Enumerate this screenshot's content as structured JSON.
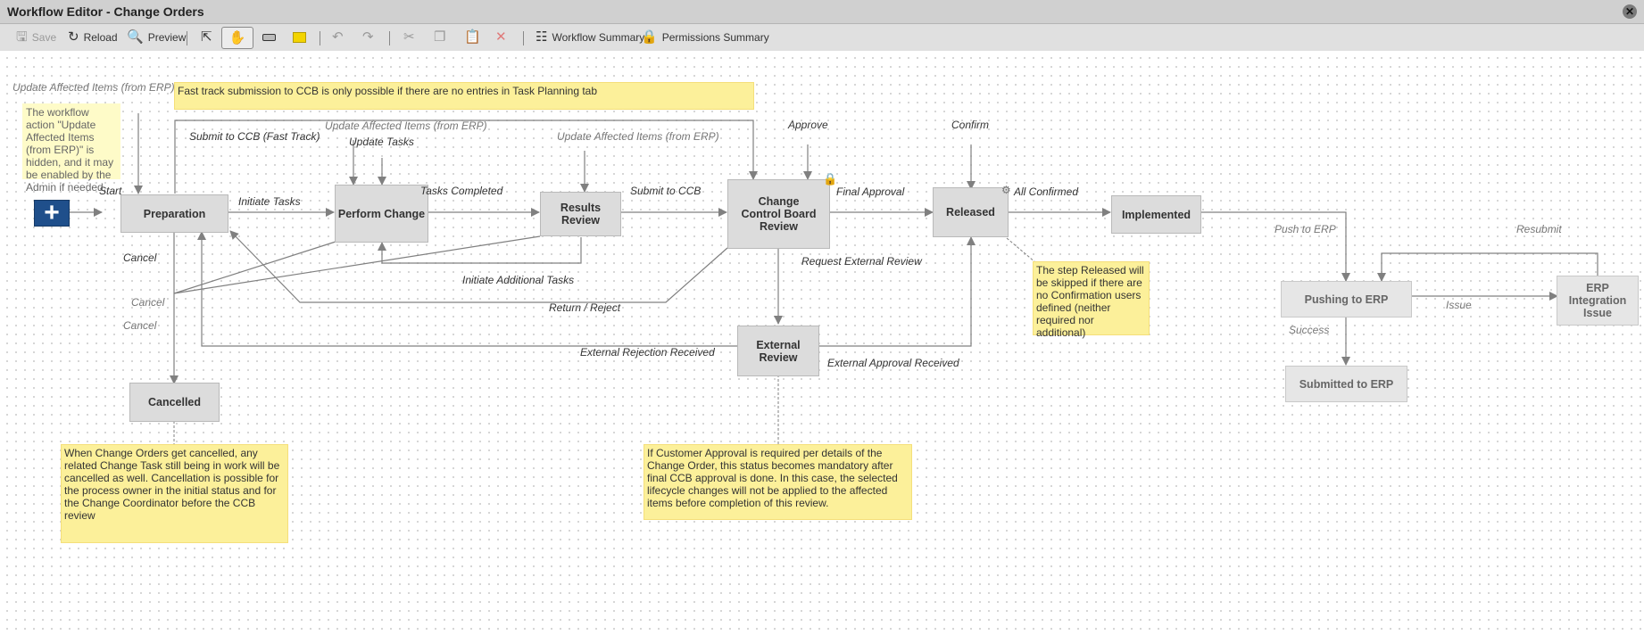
{
  "window": {
    "title": "Workflow Editor - Change Orders",
    "close_icon": "close-icon"
  },
  "toolbar": {
    "save": "Save",
    "reload": "Reload",
    "preview": "Preview",
    "workflow_summary": "Workflow Summary",
    "permissions_summary": "Permissions Summary",
    "tools": [
      "select-pointer-icon",
      "pan-hand-icon",
      "add-step-icon",
      "add-note-icon",
      "undo-icon",
      "redo-icon",
      "cut-icon",
      "copy-icon",
      "paste-icon",
      "delete-icon"
    ]
  },
  "nodes": {
    "preparation": "Preparation",
    "perform_change": "Perform Change",
    "results_review": "Results Review",
    "ccb_review": "Change Control Board Review",
    "released": "Released",
    "implemented": "Implemented",
    "external_review": "External Review",
    "cancelled": "Cancelled",
    "pushing_to_erp": "Pushing to ERP",
    "erp_integration_issue": "ERP Integration Issue",
    "submitted_to_erp": "Submitted to ERP",
    "start_icon": "plus-icon"
  },
  "transitions": {
    "start": "Start",
    "initiate_tasks": "Initiate Tasks",
    "tasks_completed": "Tasks Completed",
    "submit_to_ccb": "Submit to CCB",
    "submit_fast_track": "Submit to CCB (Fast Track)",
    "update_tasks": "Update Tasks",
    "update_affected_1": "Update Affected Items (from ERP)",
    "update_affected_2": "Update Affected Items (from ERP)",
    "update_affected_3": "Update Affected Items (from ERP)",
    "approve": "Approve",
    "final_approval": "Final Approval",
    "confirm": "Confirm",
    "all_confirmed": "All Confirmed",
    "request_external_review": "Request External Review",
    "initiate_additional_tasks": "Initiate Additional Tasks",
    "return_reject": "Return / Reject",
    "external_rejection": "External Rejection Received",
    "external_approval": "External Approval Received",
    "cancel_1": "Cancel",
    "cancel_2": "Cancel",
    "cancel_3": "Cancel",
    "push_to_erp": "Push to ERP",
    "resubmit": "Resubmit",
    "issue": "Issue",
    "success": "Success"
  },
  "notes": {
    "fast_track": "Fast track submission to CCB is only possible if there are no entries in Task Planning tab",
    "hidden_action": "The workflow action \"Update Affected Items (from ERP)\" is hidden, and it may be enabled by the Admin if needed.",
    "released_skip": "The step Released will be skipped if there are no Confirmation users defined (neither required nor additional)",
    "cancelled_info": "When Change Orders get cancelled, any related Change Task still being in work will be cancelled as well. Cancellation is possible for the process owner in the initial status and for the Change Coordinator before the CCB review",
    "customer_approval": "If Customer Approval is required per details of the Change Order, this status becomes mandatory after final CCB approval is done. In this case, the selected lifecycle changes will not be applied to the affected items before completion of this review."
  },
  "colors": {
    "note": "#fcf09a",
    "node": "#dcdcdc",
    "start": "#1f4f8b",
    "wire": "#808080"
  }
}
